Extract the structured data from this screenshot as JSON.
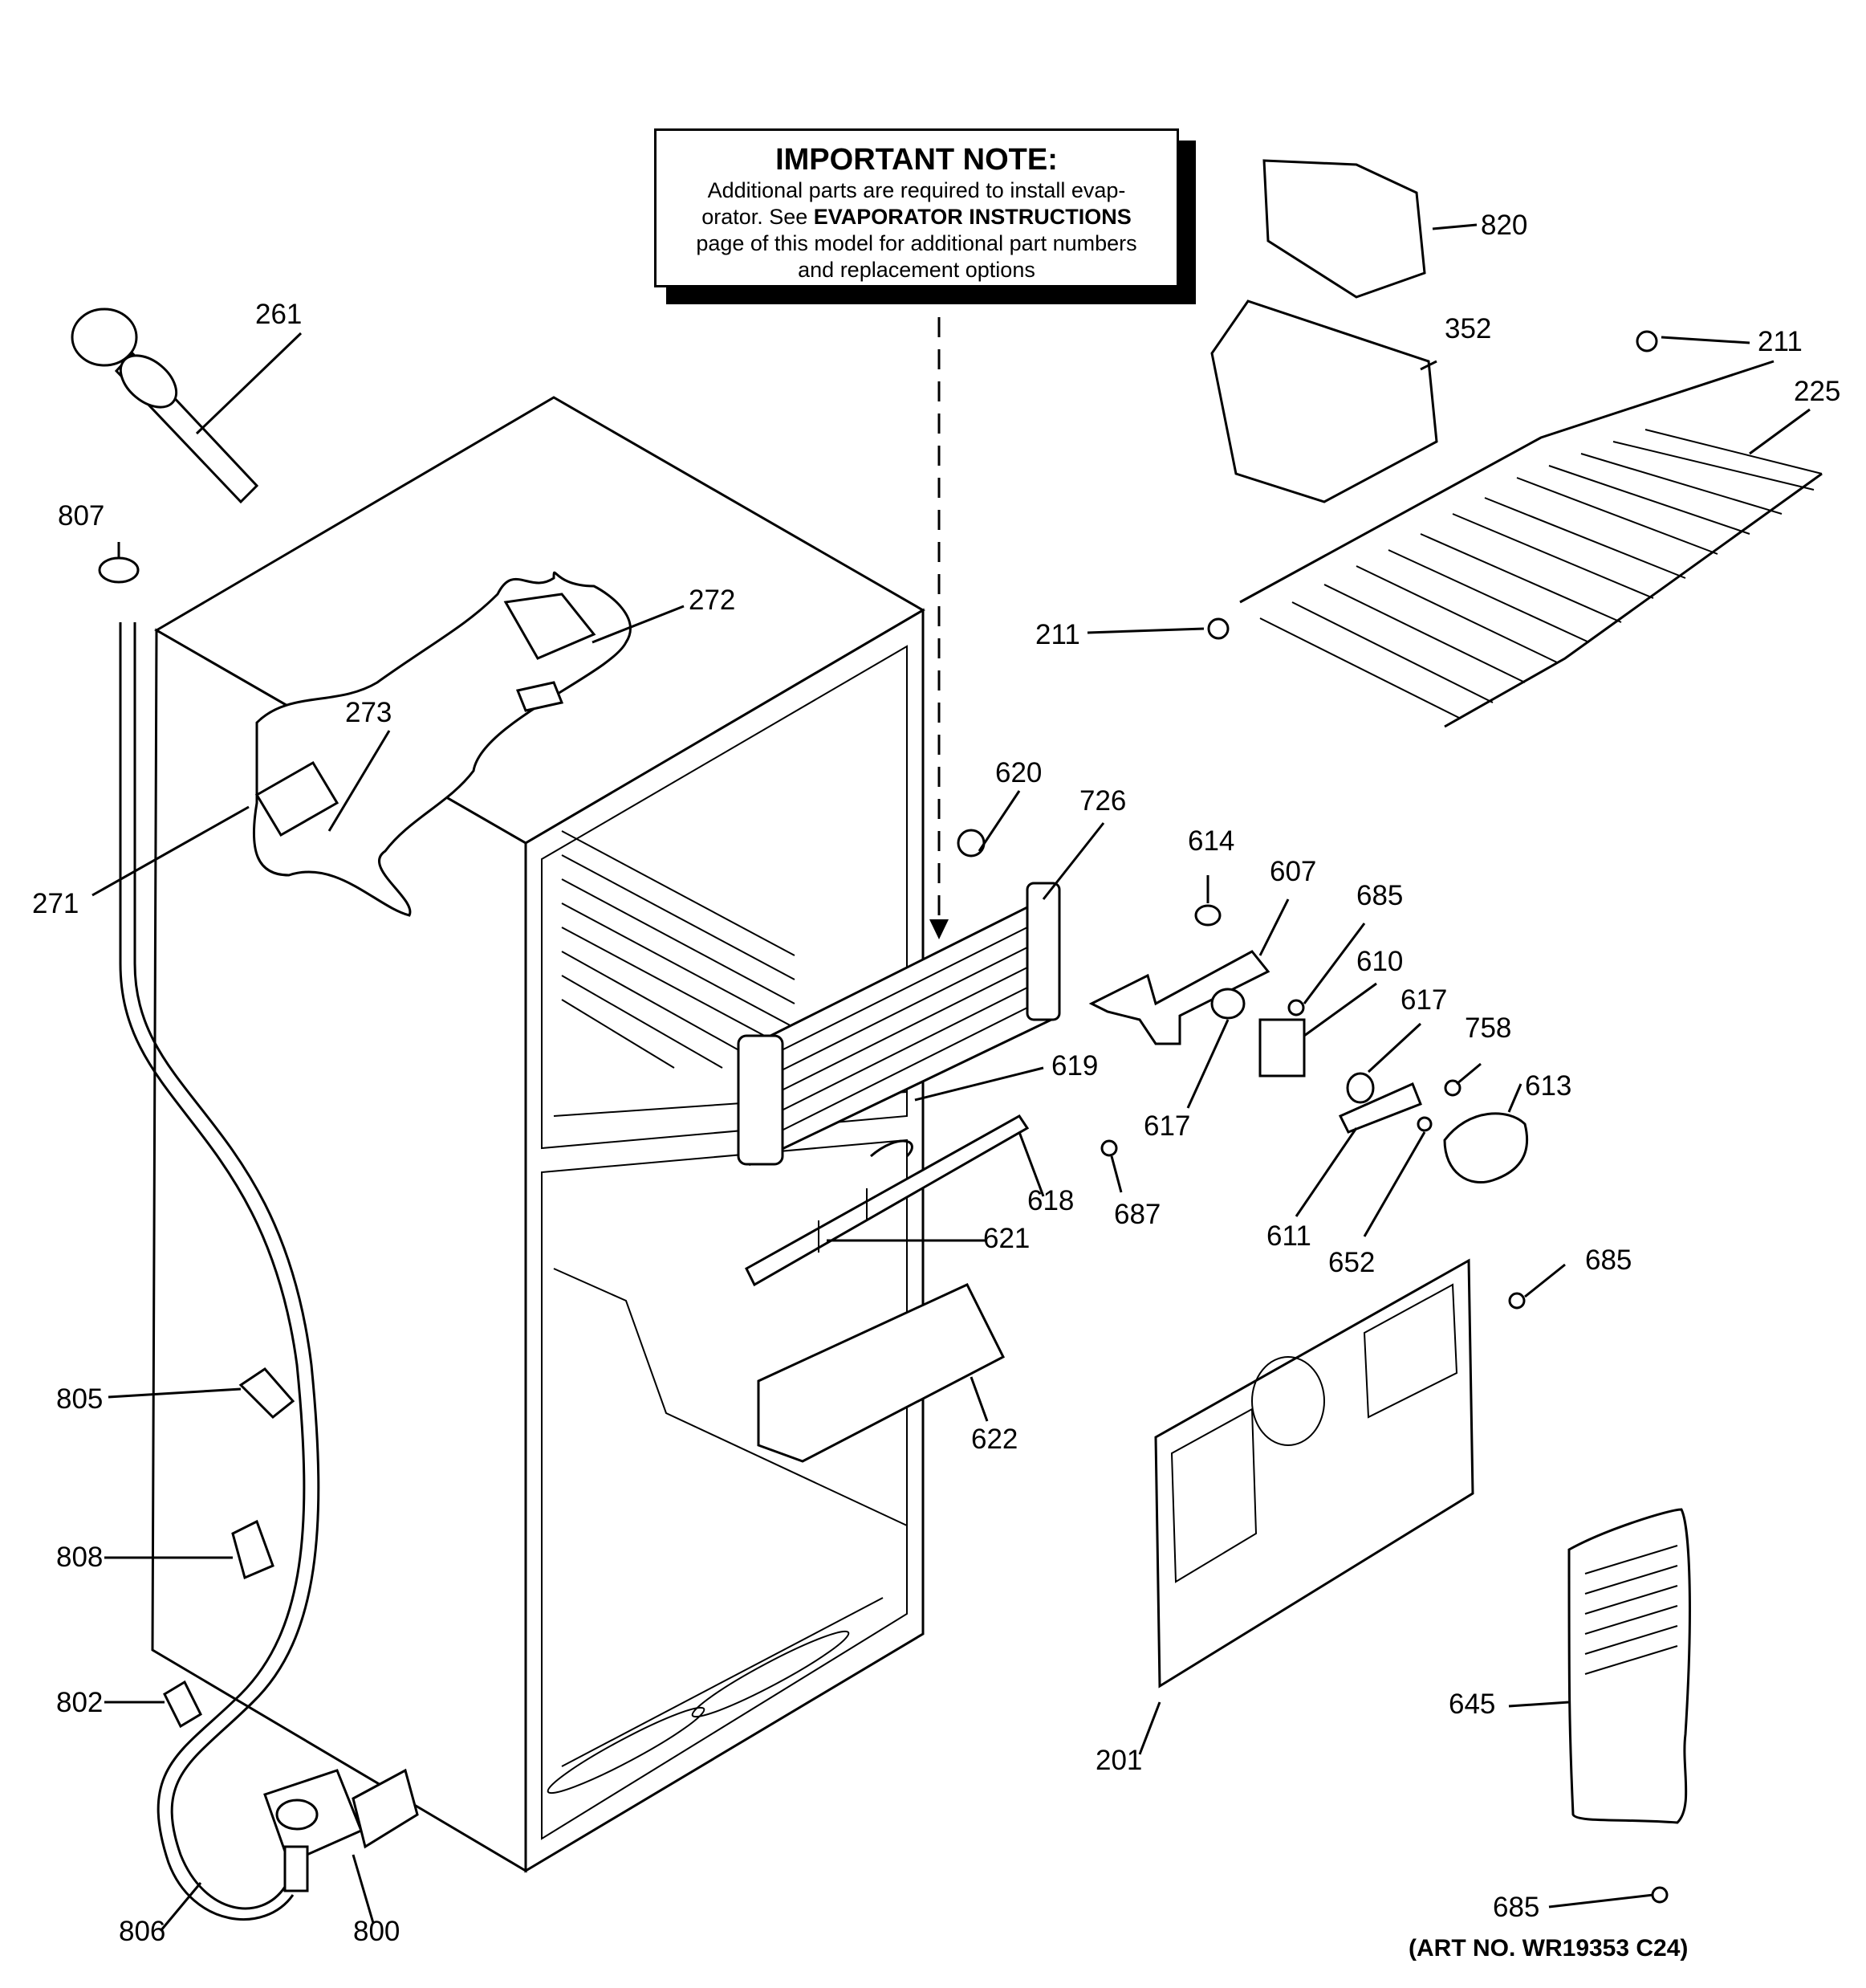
{
  "note": {
    "title": "IMPORTANT NOTE:",
    "line1": "Additional parts are required to install evap-",
    "line2_pre": "orator.  See ",
    "line2_bold": "EVAPORATOR INSTRUCTIONS",
    "line3": "page of this model for additional part numbers",
    "line4": "and replacement options"
  },
  "callouts": {
    "c261": "261",
    "c807": "807",
    "c272": "272",
    "c273": "273",
    "c271": "271",
    "c820": "820",
    "c352": "352",
    "c211a": "211",
    "c225": "225",
    "c211b": "211",
    "c620": "620",
    "c726": "726",
    "c614": "614",
    "c607": "607",
    "c685a": "685",
    "c610": "610",
    "c617a": "617",
    "c758": "758",
    "c613": "613",
    "c619": "619",
    "c617b": "617",
    "c618": "618",
    "c687": "687",
    "c611": "611",
    "c621": "621",
    "c652": "652",
    "c685b": "685",
    "c622": "622",
    "c805": "805",
    "c808": "808",
    "c802": "802",
    "c201": "201",
    "c645": "645",
    "c806": "806",
    "c800": "800",
    "c685c": "685"
  },
  "art_number": "(ART NO. WR19353 C24)"
}
